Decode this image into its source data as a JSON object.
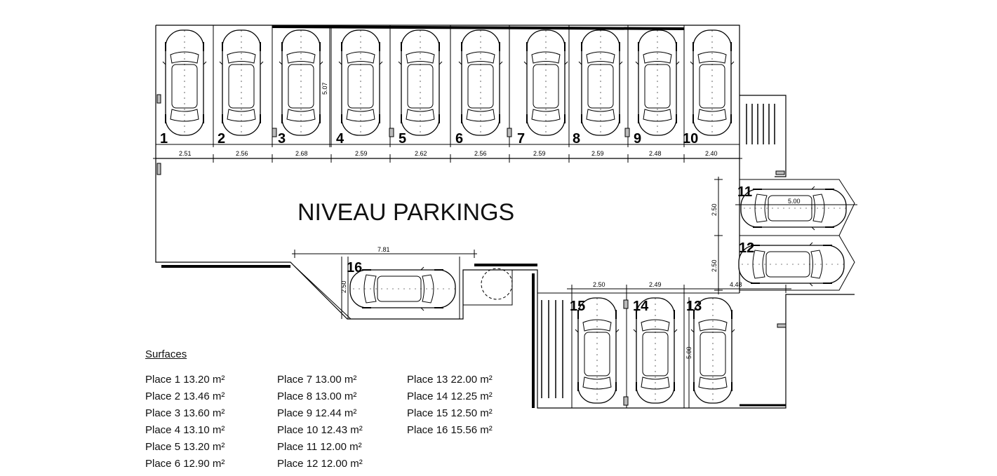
{
  "title": "NIVEAU PARKINGS",
  "places": [
    {
      "number": "1"
    },
    {
      "number": "2"
    },
    {
      "number": "3"
    },
    {
      "number": "4"
    },
    {
      "number": "5"
    },
    {
      "number": "6"
    },
    {
      "number": "7"
    },
    {
      "number": "8"
    },
    {
      "number": "9"
    },
    {
      "number": "10"
    },
    {
      "number": "11"
    },
    {
      "number": "12"
    },
    {
      "number": "13"
    },
    {
      "number": "14"
    },
    {
      "number": "15"
    },
    {
      "number": "16"
    }
  ],
  "top_row_widths": [
    "2.51",
    "2.56",
    "2.68",
    "2.59",
    "2.62",
    "2.56",
    "2.59",
    "2.59",
    "2.48",
    "2.40"
  ],
  "dimensions": {
    "top_row_depth": "5.07",
    "place11_length": "5.00",
    "place11_width": "2.50",
    "place12_width": "2.50",
    "bottom_row_widths": [
      "2.50",
      "2.49"
    ],
    "corner_width": "4.48",
    "bottom_row_depth": "5.00",
    "place16_length": "7.81",
    "place16_width": "2.50"
  },
  "surfaces": {
    "title": "Surfaces",
    "columns": [
      [
        "Place 1  13.20 m²",
        "Place 2  13.46 m²",
        "Place 3  13.60 m²",
        "Place 4  13.10 m²",
        "Place 5 13.20 m²",
        "Place 6  12.90 m²"
      ],
      [
        "Place 7  13.00 m²",
        "Place 8  13.00 m²",
        "Place 9  12.44 m²",
        "Place 10  12.43 m²",
        "Place 11  12.00 m²",
        "Place 12  12.00 m²"
      ],
      [
        "Place 13  22.00 m²",
        "Place 14  12.25 m²",
        "Place 15  12.50 m²",
        "Place 16  15.56 m²"
      ]
    ]
  }
}
